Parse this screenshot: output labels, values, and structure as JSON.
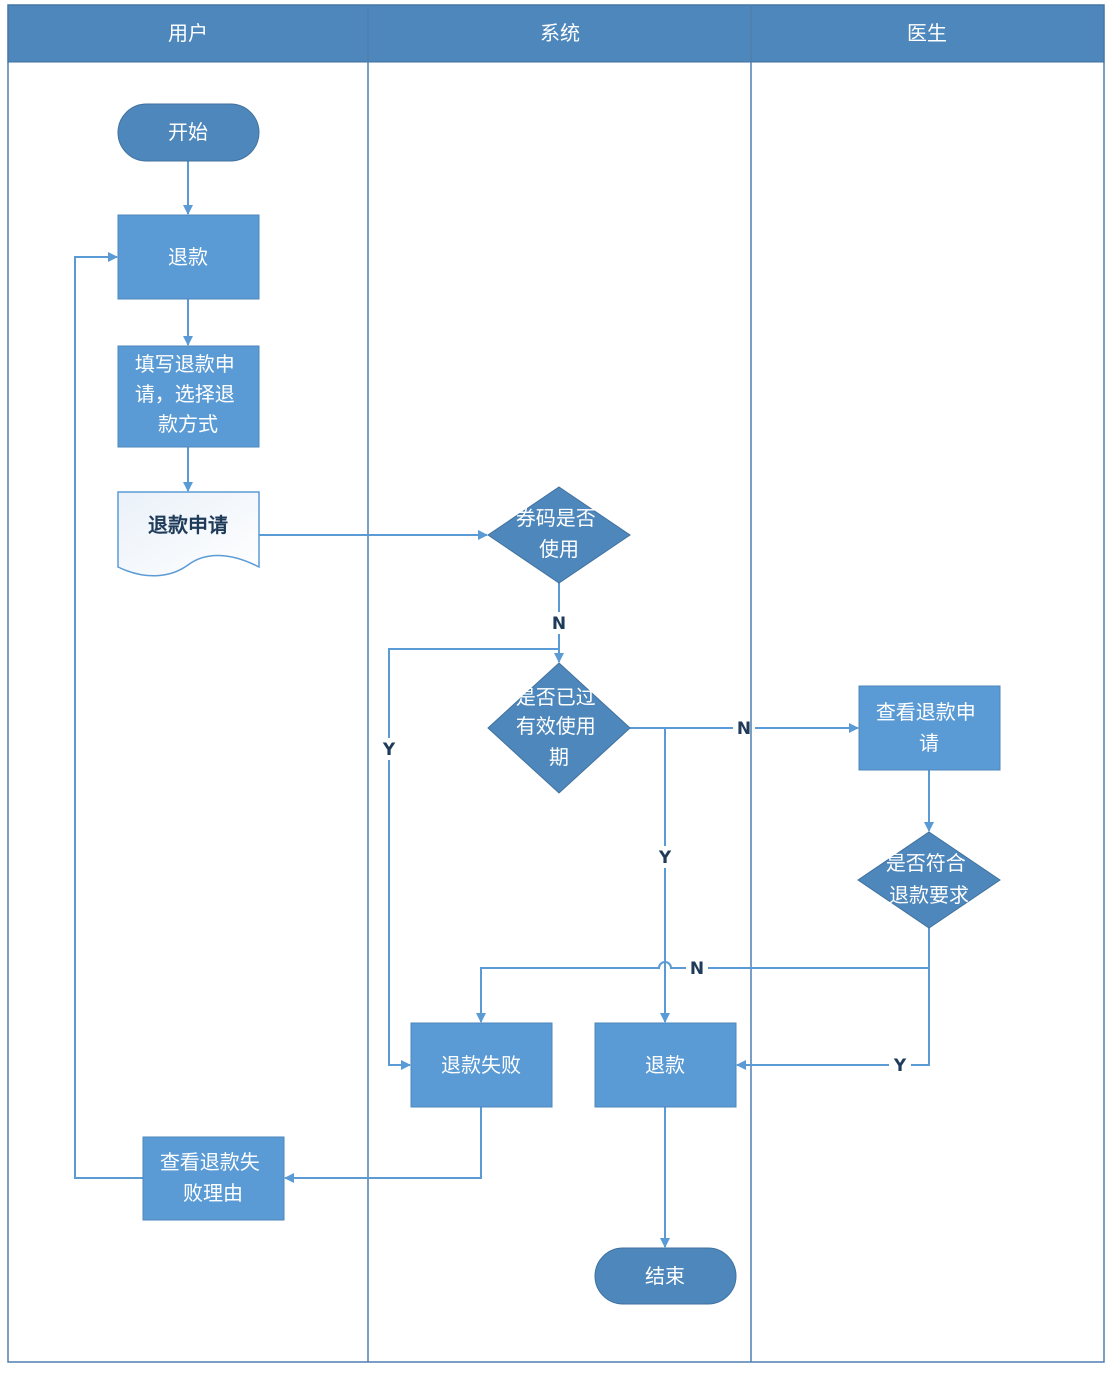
{
  "lanes": [
    "用户",
    "系统",
    "医生"
  ],
  "nodes": {
    "start": "开始",
    "refund": "退款",
    "fill_form": [
      "填写退款申",
      "请，选择退",
      "款方式"
    ],
    "refund_doc": "退款申请",
    "coupon_used": [
      "券码是否",
      "使用"
    ],
    "expired": [
      "是否已过",
      "有效使用",
      "期"
    ],
    "view_application": [
      "查看退款申",
      "请"
    ],
    "meets_requirements": [
      "是否符合",
      "退款要求"
    ],
    "refund_failed": "退款失败",
    "refund_system": "退款",
    "view_fail_reason": [
      "查看退款失",
      "败理由"
    ],
    "end": "结束"
  },
  "edge_labels": {
    "coupon_no": "N",
    "expired_yes": "Y",
    "expired_no": "N",
    "expired_yes_refund": "Y",
    "requirements_no": "N",
    "requirements_yes": "Y"
  },
  "colors": {
    "header": "#4e87bb",
    "process": "#5b9bd5",
    "decision": "#4e87bb",
    "line": "#5b9bd5"
  }
}
